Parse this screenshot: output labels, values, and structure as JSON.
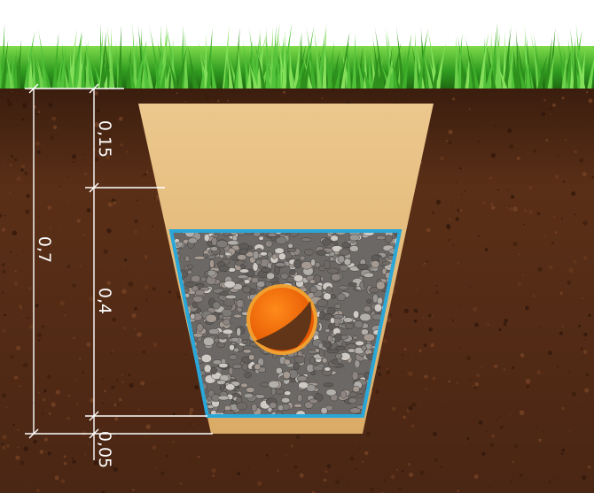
{
  "labels": {
    "total_depth": "0,7",
    "sand_top": "0,15",
    "gravel_layer": "0,4",
    "sand_bottom": "0,05"
  },
  "colors": {
    "soil": "#4a2614",
    "grass": "#3aa526",
    "sand": "#e1b97a",
    "geotextile": "#2aa7d8",
    "pipe": "#ff6a00",
    "pipe_shadow": "#5a3319"
  }
}
